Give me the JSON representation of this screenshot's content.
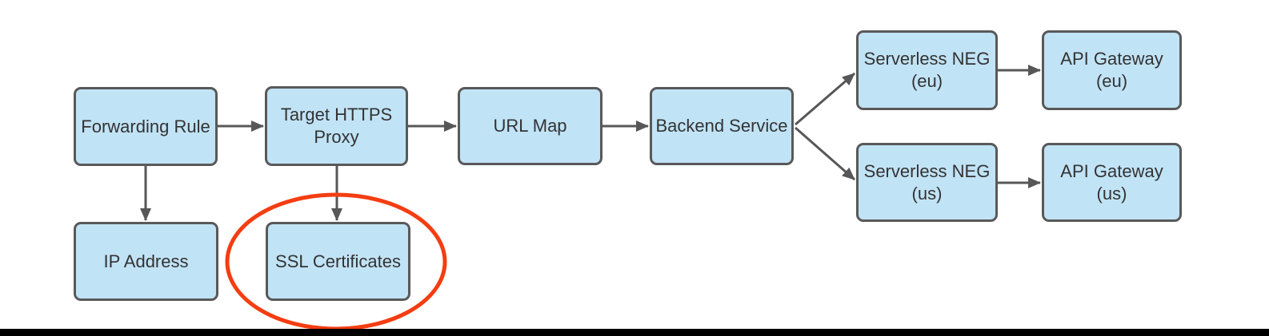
{
  "diagram": {
    "description": "HTTPS load balancer architecture flow diagram",
    "colors": {
      "background": "#ffffff",
      "node_fill": "#c1e3f6",
      "node_border": "#595959",
      "text": "#333333",
      "arrow": "#575757",
      "highlight_ellipse": "#f43d12",
      "bottom_bar": "#000000"
    },
    "nodes": [
      {
        "id": "forwarding-rule",
        "label": "Forwarding Rule"
      },
      {
        "id": "target-https-proxy",
        "label": "Target HTTPS Proxy"
      },
      {
        "id": "url-map",
        "label": "URL Map"
      },
      {
        "id": "backend-service",
        "label": "Backend Service"
      },
      {
        "id": "serverless-neg-eu",
        "label": "Serverless NEG (eu)"
      },
      {
        "id": "api-gateway-eu",
        "label": "API Gateway (eu)"
      },
      {
        "id": "serverless-neg-us",
        "label": "Serverless NEG (us)"
      },
      {
        "id": "api-gateway-us",
        "label": "API Gateway (us)"
      },
      {
        "id": "ip-address",
        "label": "IP Address"
      },
      {
        "id": "ssl-certificates",
        "label": "SSL Certificates"
      }
    ],
    "edges": [
      {
        "from": "forwarding-rule",
        "to": "target-https-proxy"
      },
      {
        "from": "target-https-proxy",
        "to": "url-map"
      },
      {
        "from": "url-map",
        "to": "backend-service"
      },
      {
        "from": "backend-service",
        "to": "serverless-neg-eu"
      },
      {
        "from": "backend-service",
        "to": "serverless-neg-us"
      },
      {
        "from": "serverless-neg-eu",
        "to": "api-gateway-eu"
      },
      {
        "from": "serverless-neg-us",
        "to": "api-gateway-us"
      },
      {
        "from": "forwarding-rule",
        "to": "ip-address"
      },
      {
        "from": "target-https-proxy",
        "to": "ssl-certificates"
      }
    ],
    "annotation": {
      "shape": "ellipse",
      "highlights": "ssl-certificates",
      "color": "#f43d12"
    }
  }
}
